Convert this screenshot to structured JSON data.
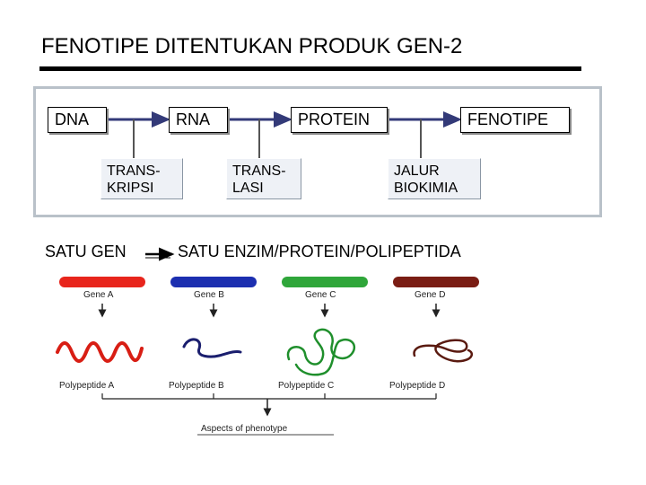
{
  "title": "FENOTIPE  DITENTUKAN  PRODUK GEN-2",
  "flow": {
    "dna": "DNA",
    "rna": "RNA",
    "protein": "PROTEIN",
    "fenotipe": "FENOTIPE",
    "transkripsi": [
      "TRANS-",
      "KRIPSI"
    ],
    "translasi": [
      "TRANS-",
      "LASI"
    ],
    "jalur": [
      "JALUR",
      "BIOKIMIA"
    ]
  },
  "relation": {
    "left": "SATU GEN",
    "right": "SATU ENZIM/PROTEIN/POLIPEPTIDA"
  },
  "figure": {
    "genes": [
      {
        "label": "Gene A",
        "color": "#e8251c"
      },
      {
        "label": "Gene B",
        "color": "#1c2fb0"
      },
      {
        "label": "Gene C",
        "color": "#2fa63a"
      },
      {
        "label": "Gene D",
        "color": "#7a1d14"
      }
    ],
    "polypeptides": [
      "Polypeptide A",
      "Polypeptide B",
      "Polypeptide C",
      "Polypeptide D"
    ],
    "phenotype": "Aspects of phenotype"
  },
  "colors": {
    "arrow_top": "#333a78",
    "frame": "#b9c1c9",
    "sub_box": "#eef1f6"
  }
}
